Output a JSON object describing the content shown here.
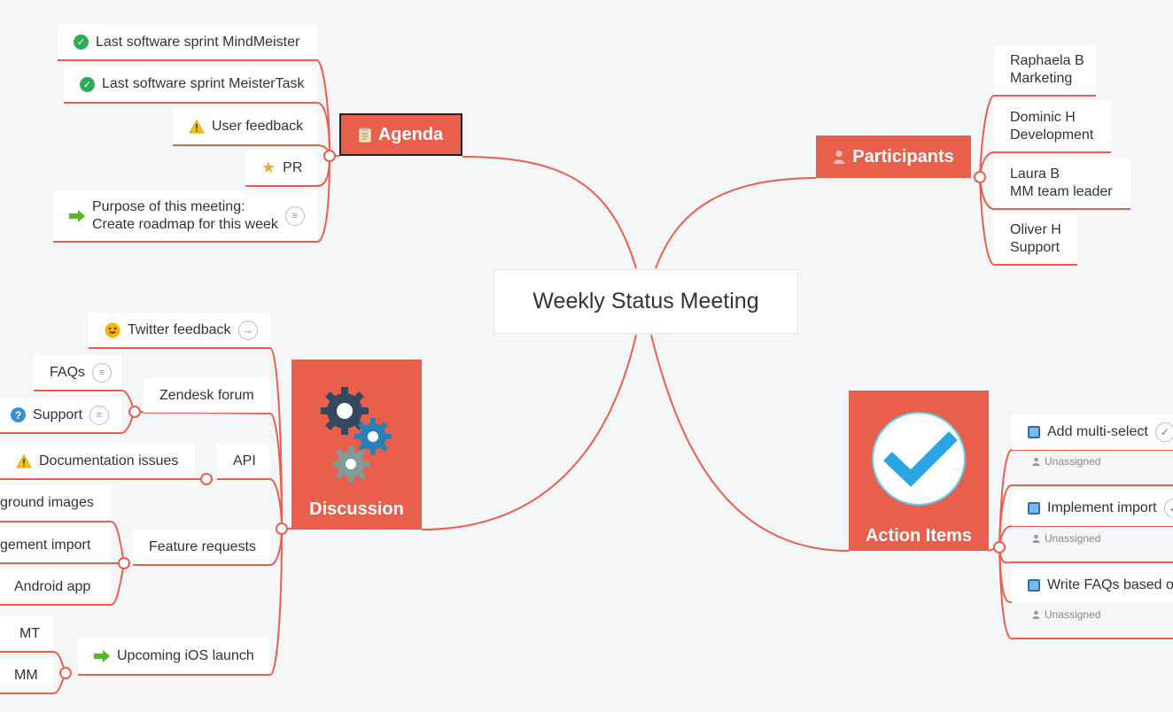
{
  "center": {
    "title": "Weekly Status Meeting"
  },
  "agenda": {
    "label": "Agenda",
    "items": [
      {
        "label": "Last software sprint MindMeister",
        "icon": "check-circle-icon"
      },
      {
        "label": "Last software sprint MeisterTask",
        "icon": "check-circle-icon"
      },
      {
        "label": "User feedback",
        "icon": "warning-icon"
      },
      {
        "label": "PR",
        "icon": "star-icon"
      },
      {
        "label": "Purpose of this meeting:\nCreate roadmap for this week",
        "icon": "green-arrow-icon"
      }
    ]
  },
  "participants": {
    "label": "Participants",
    "people": [
      {
        "label": "Raphaela B\nMarketing"
      },
      {
        "label": "Dominic H\nDevelopment"
      },
      {
        "label": "Laura B\nMM team leader"
      },
      {
        "label": "Oliver H\nSupport"
      }
    ]
  },
  "discussion": {
    "label": "Discussion",
    "twitter": "Twitter feedback",
    "zendesk": "Zendesk forum",
    "faqs": "FAQs",
    "support": "Support",
    "api": "API",
    "doc_issues": "Documentation issues",
    "feature_requests": "Feature requests",
    "background_images": "ground images",
    "management_import": "gement import",
    "android_app": "Android app",
    "ios_launch": "Upcoming iOS launch",
    "mt": "MT",
    "mm": "MM"
  },
  "action_items": {
    "label": "Action Items",
    "tasks": [
      {
        "label": "Add multi-select",
        "assignee": "Unassigned"
      },
      {
        "label": "Implement import",
        "assignee": "Unassigned"
      },
      {
        "label": "Write FAQs based o",
        "assignee": "Unassigned"
      }
    ]
  },
  "colors": {
    "accent": "#e8604c",
    "background": "#f5f6f8"
  }
}
